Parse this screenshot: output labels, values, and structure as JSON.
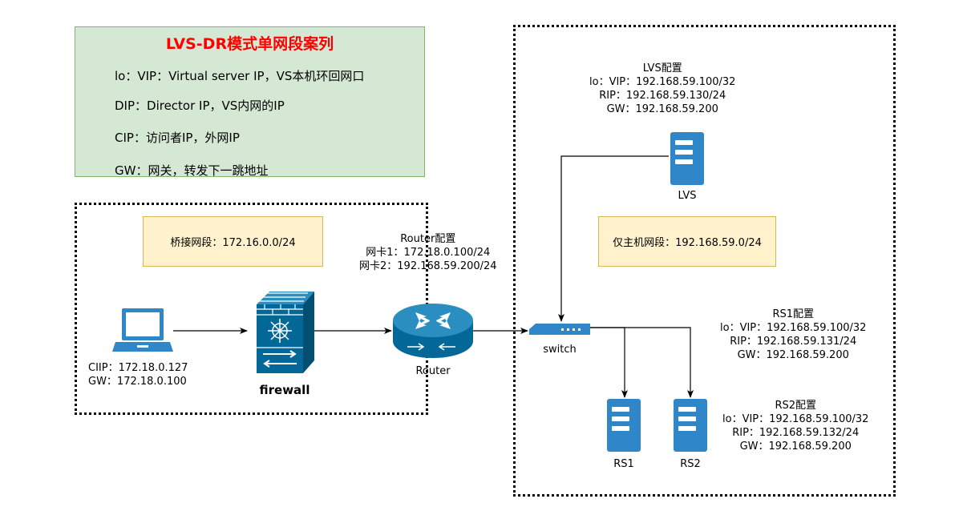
{
  "legend": {
    "title": "LVS-DR模式单网段案列",
    "lines": [
      "lo：VIP：Virtual server IP，VS本机环回网口",
      "DIP：Director IP，VS内网的IP",
      "CIP：访问者IP，外网IP",
      "GW：网关，转发下一跳地址"
    ]
  },
  "zones": {
    "bridge_note": "桥接网段：172.16.0.0/24",
    "hostonly_note": "仅主机网段：192.168.59.0/24"
  },
  "client": {
    "lines": [
      "CIIP：172.18.0.127",
      "GW：172.18.0.100"
    ]
  },
  "firewall": {
    "label": "firewall"
  },
  "router": {
    "label": "Router",
    "config": [
      "Router配置",
      "网卡1：172.18.0.100/24",
      "网卡2：192.168.59.200/24"
    ]
  },
  "switch": {
    "label": "switch"
  },
  "lvs": {
    "label": "LVS",
    "config": [
      "LVS配置",
      "lo：VIP：192.168.59.100/32",
      "RIP：192.168.59.130/24",
      "GW：192.168.59.200"
    ]
  },
  "rs1": {
    "label": "RS1",
    "config": [
      "RS1配置",
      "lo：VIP：192.168.59.100/32",
      "RIP：192.168.59.131/24",
      "GW：192.168.59.200"
    ]
  },
  "rs2": {
    "label": "RS2",
    "config": [
      "RS2配置",
      "lo：VIP：192.168.59.100/32",
      "RIP：192.168.59.132/24",
      "GW：192.168.59.200"
    ]
  },
  "colors": {
    "legend_bg": "#d5e8d4",
    "legend_title": "#ff0000",
    "note_bg": "#fff2cc",
    "device_blue": "#2f86c8",
    "cisco_blue": "#036897"
  }
}
